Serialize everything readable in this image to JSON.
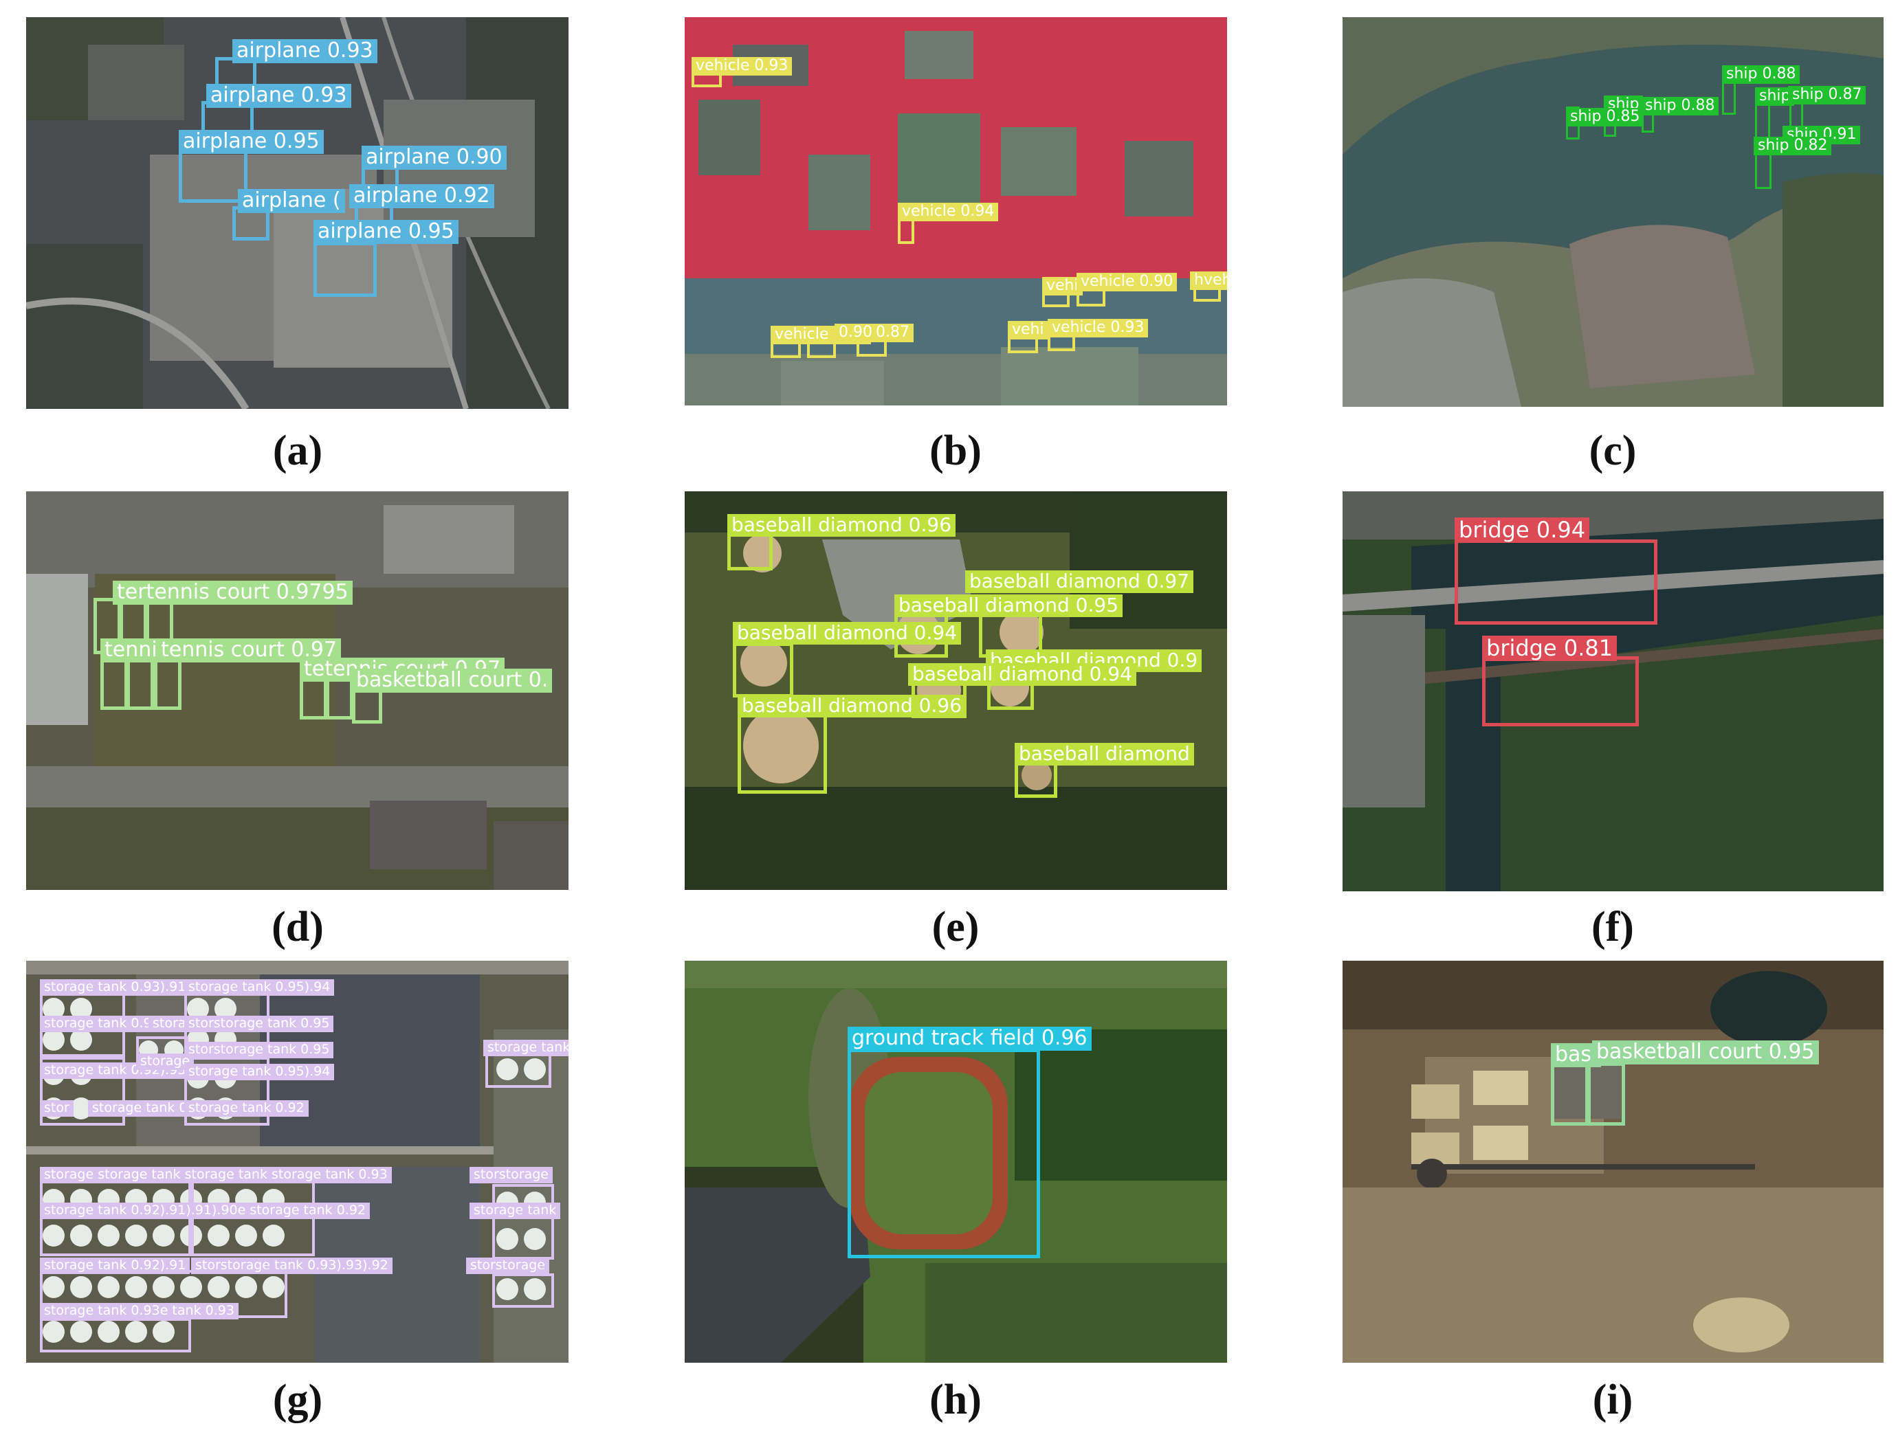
{
  "captions": [
    "(a)",
    "(b)",
    "(c)",
    "(d)",
    "(e)",
    "(f)",
    "(g)",
    "(h)",
    "(i)"
  ],
  "colors": {
    "airplane": "#58b4dd",
    "vehicle": "#e8e25a",
    "ship": "#1fbf2e",
    "tennis_court": "#a6e08e",
    "baseball_diamond": "#bfe13e",
    "bridge": "#dc4a55",
    "storage_tank": "#d9c2ee",
    "ground_track_field": "#25c5e0",
    "basketball_court": "#96d89a"
  },
  "panels": {
    "a": {
      "labels": [
        "airplane 0.93",
        "airplane 0.93",
        "airplane 0.95",
        "airplane 0.90",
        "airplane (",
        "airplane 0.92",
        "airplane 0.95"
      ]
    },
    "b": {
      "labels": [
        "vehicle 0.93",
        "vehicle 0.94",
        "vehi",
        "vehicle 0.90",
        "hvehi",
        "vehicle 0.92",
        "0.90",
        "0.87",
        "vehi",
        "vehicle 0.93"
      ]
    },
    "c": {
      "labels": [
        "ship 0.88",
        "ship",
        "ship 0.87",
        "ship",
        "ship 0.88",
        "ship 0.85",
        "ship 0.91",
        "ship 0.82"
      ]
    },
    "d": {
      "labels": [
        "tertennis court 0.9795",
        "tenni",
        "tennis court 0.97",
        "tetennis court 0.97",
        "basketball court 0."
      ]
    },
    "e": {
      "labels": [
        "baseball diamond 0.96",
        "baseball diamond 0.97",
        "baseball diamond 0.95",
        "baseball diamond 0.94",
        "baseball diamond 0.9",
        "baseball diamond 0.94",
        "baseball diamond 0.96",
        "baseball diamond"
      ]
    },
    "f": {
      "labels": [
        "bridge 0.94",
        "bridge 0.81"
      ]
    },
    "g": {
      "labels": [
        "storage tank 0.93).91",
        "storage tank 0.95).94",
        "storage tank 0.94).92",
        "storage",
        "storstorage tank 0.95",
        "storstorage tank 0.95",
        "storage tank",
        "storage tank 0.92).93",
        "storage",
        "storage tank 0.95).94",
        "stor",
        "storage tank 0.94",
        "storage tank 0.92",
        "storage storage tank storage tank storage tank 0.93",
        "storstorage",
        "storage tank 0.92).91).91).90e storage tank 0.92",
        "storage tank",
        "storage tank 0.92).91",
        "storstorage tank 0.93).93).92",
        "storstorage",
        "storage tank 0.93e tank 0.93"
      ]
    },
    "h": {
      "labels": [
        "ground track field 0.96"
      ]
    },
    "i": {
      "labels": [
        "basl",
        "basketball court 0.95"
      ]
    }
  }
}
